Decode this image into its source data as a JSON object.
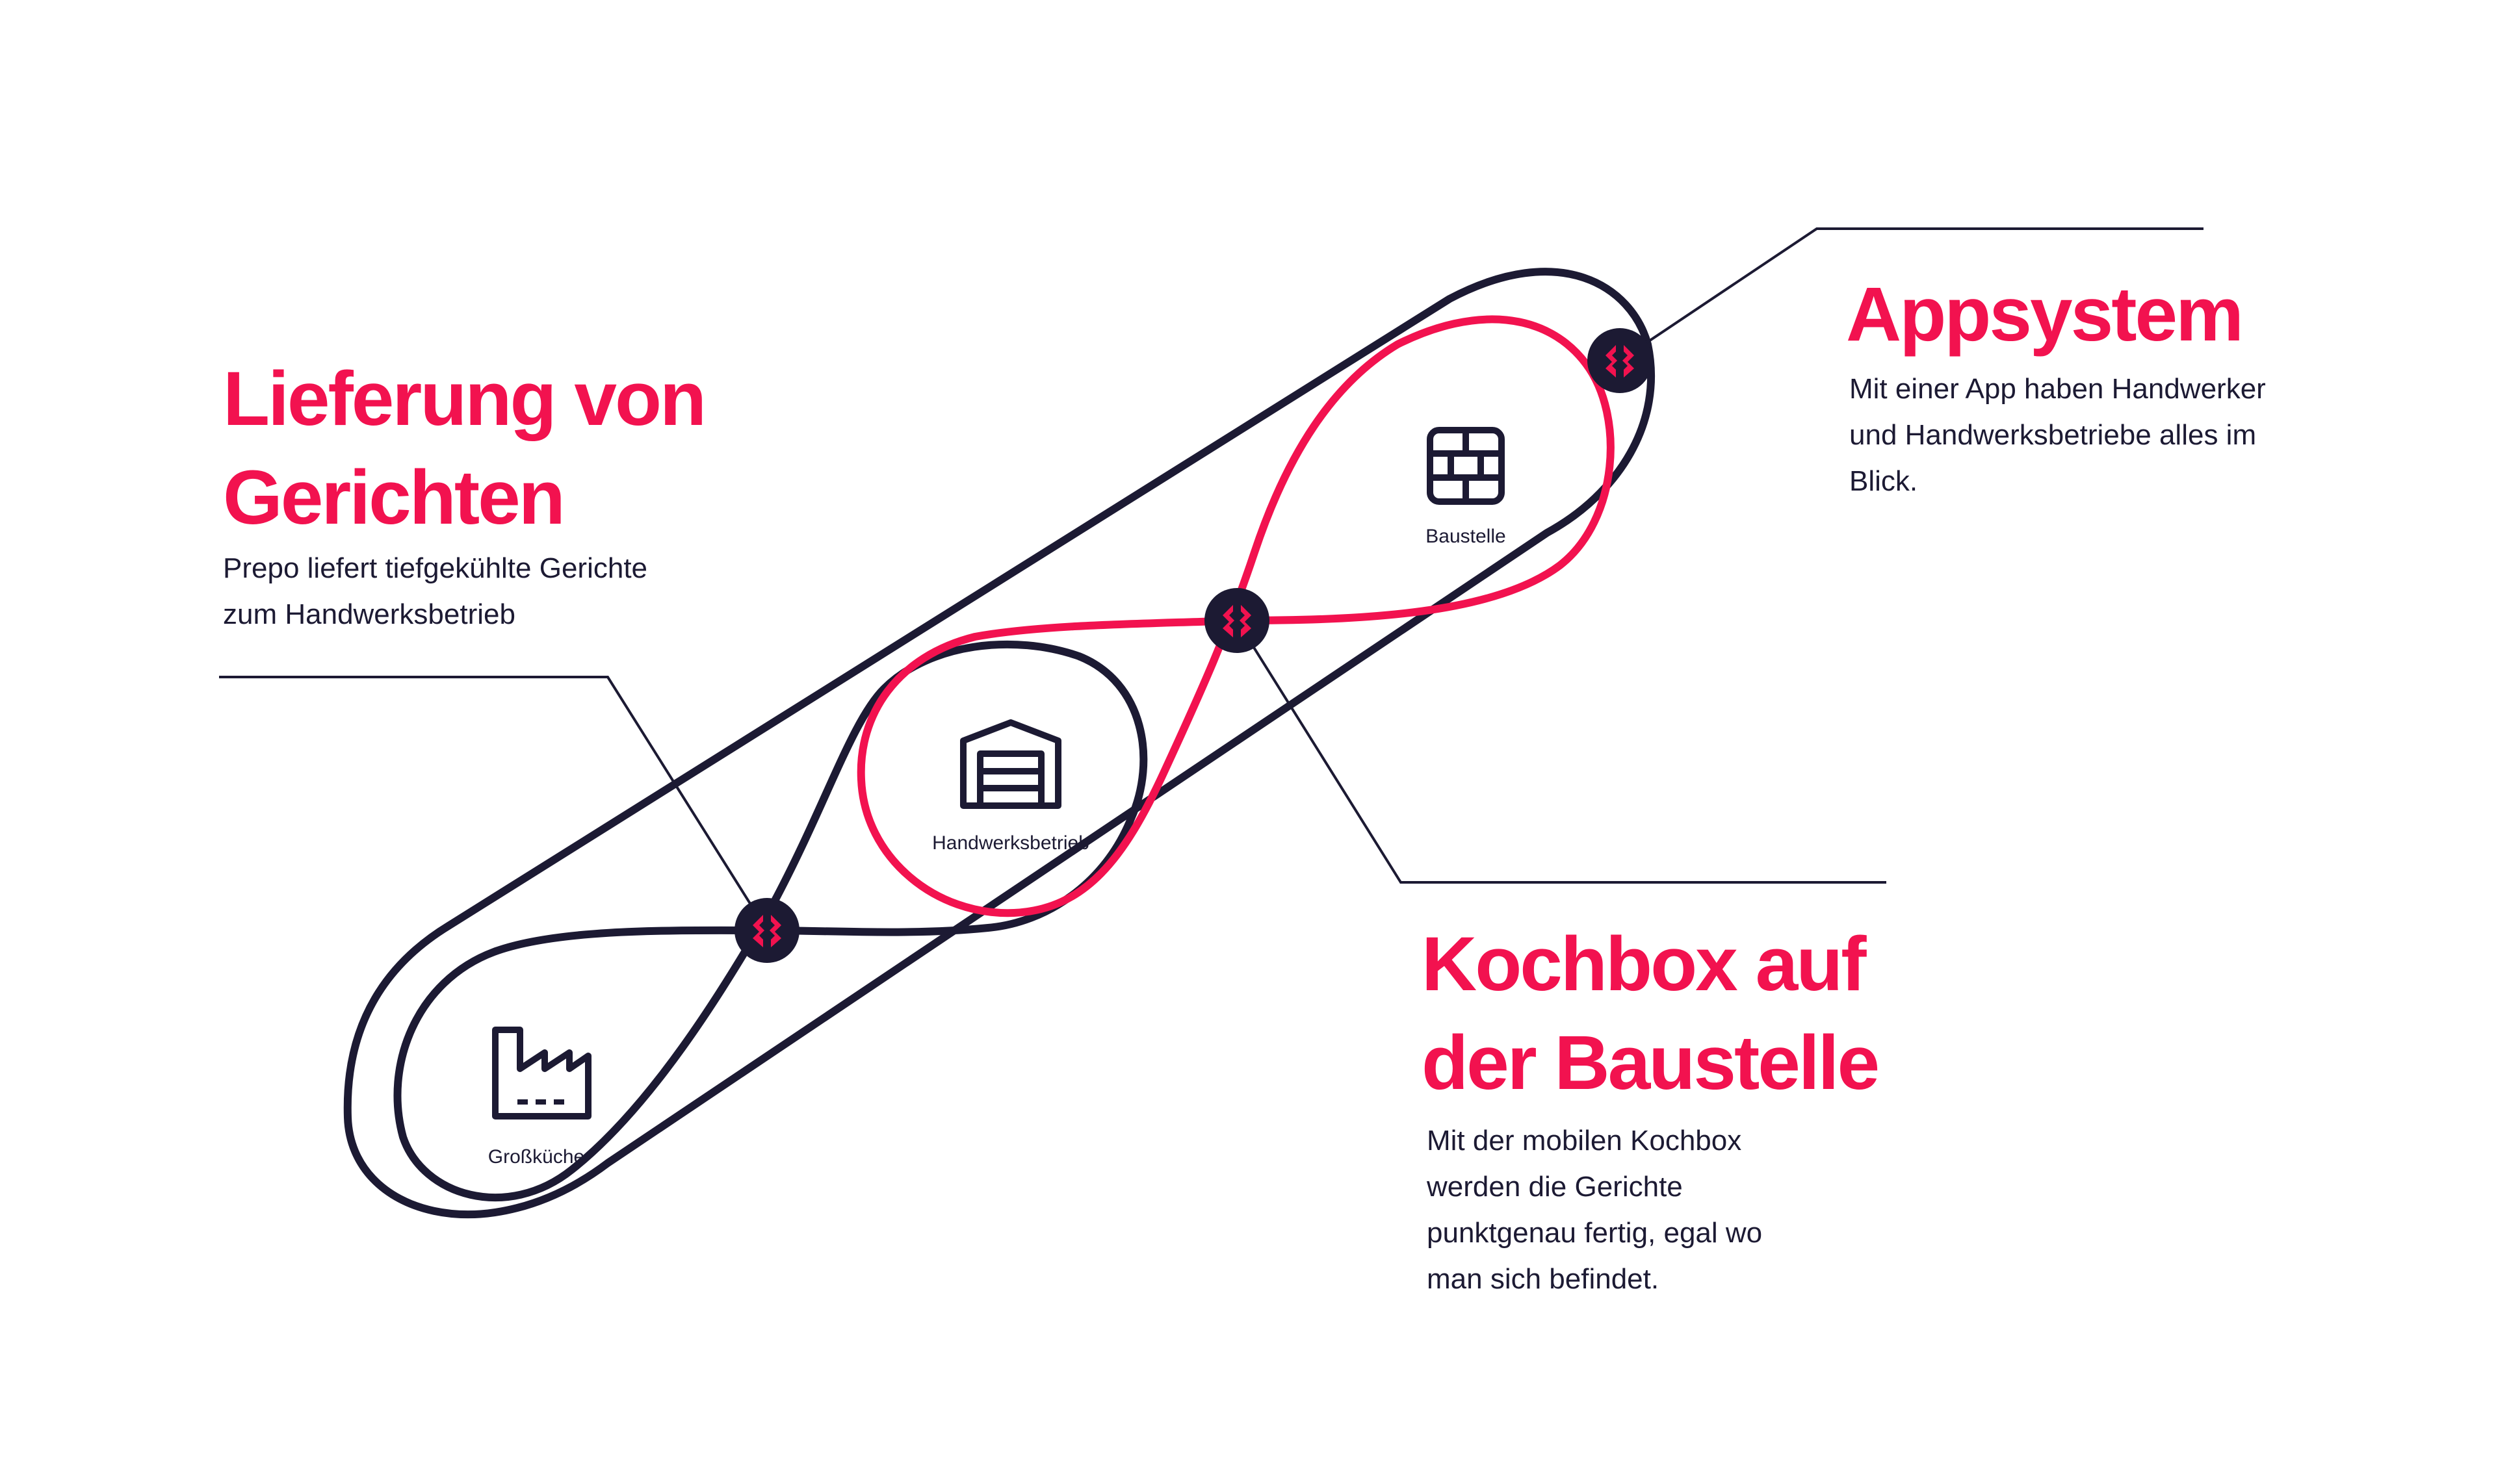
{
  "colors": {
    "accent": "#f2124f",
    "ink": "#1c1a33",
    "background": "#ffffff"
  },
  "sections": {
    "lieferung": {
      "title_line1": "Lieferung von",
      "title_line2": "Gerichten",
      "text_line1": "Prepo liefert tiefgekühlte Gerichte",
      "text_line2": "zum Handwerksbetrieb"
    },
    "appsystem": {
      "title": "Appsystem",
      "text_line1": "Mit einer App haben Handwerker",
      "text_line2": "und Handwerksbetriebe alles im",
      "text_line3": "Blick."
    },
    "kochbox": {
      "title_line1": "Kochbox auf",
      "title_line2": "der Baustelle",
      "text_line1": "Mit der mobilen Kochbox",
      "text_line2": "werden die Gerichte",
      "text_line3": "punktgenau fertig, egal wo",
      "text_line4": "man sich befindet."
    }
  },
  "nodes": {
    "grosskueche": {
      "label": "Großküche",
      "icon": "factory-icon"
    },
    "handwerksbetrieb": {
      "label": "Handwerksbetrieb",
      "icon": "garage-icon"
    },
    "baustelle": {
      "label": "Baustelle",
      "icon": "brick-wall-icon"
    }
  },
  "markers": {
    "icon": "prepo-logo-icon"
  }
}
